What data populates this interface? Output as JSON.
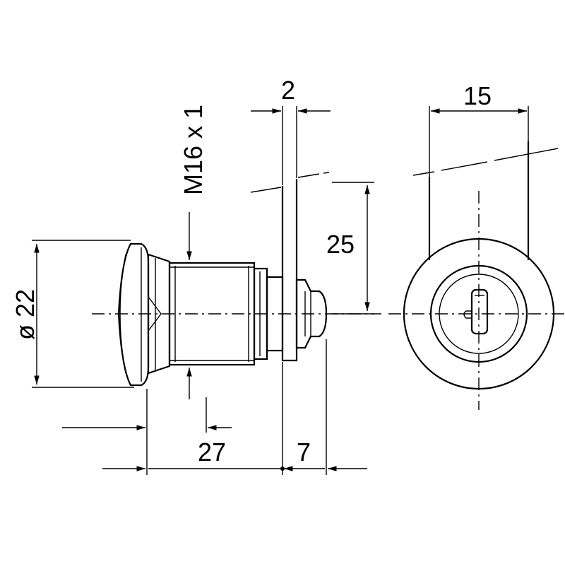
{
  "dimensions": {
    "thread": "M16 x 1",
    "diameter": "ø 22",
    "cam_thickness": "2",
    "cam_width": "15",
    "cam_length": "25",
    "body_length": "27",
    "spindle_length": "7"
  }
}
